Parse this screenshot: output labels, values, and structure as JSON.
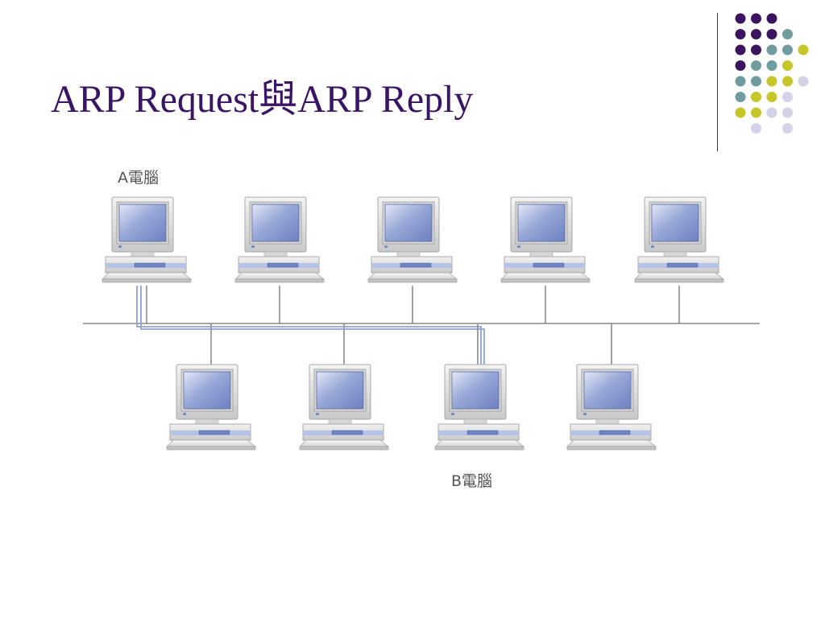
{
  "slide": {
    "title": "ARP Request與ARP Reply"
  },
  "decor": {
    "dot_colors": {
      "purple": "#3b1460",
      "teal": "#6f9c9c",
      "olive": "#c6c62a",
      "lavender": "#d4d2e8"
    },
    "dot_rows": [
      [
        "purple",
        "purple",
        "purple",
        null,
        null
      ],
      [
        "purple",
        "purple",
        "purple",
        "teal",
        null
      ],
      [
        "purple",
        "purple",
        "teal",
        "teal",
        "olive"
      ],
      [
        "purple",
        "teal",
        "teal",
        "olive",
        null
      ],
      [
        "teal",
        "teal",
        "olive",
        "olive",
        "lavender"
      ],
      [
        "teal",
        "olive",
        "olive",
        "lavender",
        null
      ],
      [
        "olive",
        "olive",
        "lavender",
        "lavender",
        null
      ],
      [
        null,
        "lavender",
        null,
        "lavender",
        null
      ]
    ]
  },
  "diagram": {
    "bus_color": "#8a8a8a",
    "path_color": "#8ea2cf",
    "label_a": "A電腦",
    "label_b": "B電腦",
    "top_row": [
      "computer-a",
      "computer-2",
      "computer-3",
      "computer-4",
      "computer-5"
    ],
    "bottom_row": [
      "computer-6",
      "computer-7",
      "computer-b",
      "computer-9"
    ]
  }
}
